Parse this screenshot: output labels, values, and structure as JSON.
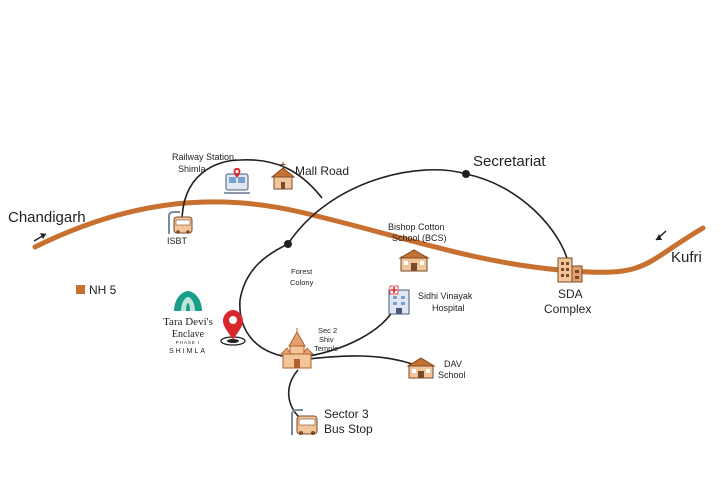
{
  "map": {
    "highway_legend": "NH 5",
    "colors": {
      "highway": "#c8702f",
      "route": "#231f20",
      "pin": "#d9272e",
      "brand": "#1aa08a",
      "icon_fill": "#f2c59a",
      "icon_stroke": "#7a4a2a"
    },
    "places": {
      "chandigarh": "Chandigarh",
      "kufri": "Kufri",
      "secretariat": "Secretariat",
      "railway_l1": "Railway Station,",
      "railway_l2": "Shimla",
      "mall_road": "Mall Road",
      "isbt": "ISBT",
      "bishop_l1": "Bishop Cotton",
      "bishop_l2": "School (BCS)",
      "forest_l1": "Forest",
      "forest_l2": "Colony",
      "sidhi_l1": "Sidhi Vinayak",
      "sidhi_l2": "Hospital",
      "sda_l1": "SDA",
      "sda_l2": "Complex",
      "sec2_l1": "Sec 2",
      "sec2_l2": "Shiv",
      "sec2_l3": "Temple",
      "dav_l1": "DAV",
      "dav_l2": "School",
      "sector3_l1": "Sector 3",
      "sector3_l2": "Bus Stop"
    },
    "brand": {
      "line1": "Tara Devi's",
      "line2": "Enclave",
      "line3": "PHASE I",
      "line4": "SHIMLA"
    },
    "icons": [
      "bus-stop-icon",
      "train-icon",
      "church-icon",
      "school-icon",
      "hospital-icon",
      "building-icon",
      "temple-icon",
      "location-pin-icon",
      "tree-logo-icon"
    ]
  }
}
